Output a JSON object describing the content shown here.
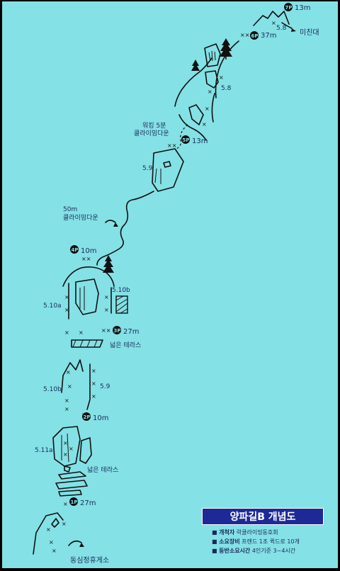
{
  "legend": {
    "title": "양파길B 개념도",
    "items": [
      {
        "key": "개척자",
        "value": "락클라이밍동호회"
      },
      {
        "key": "소요장비",
        "value": "프렌드 1조 퀵드로 10개"
      },
      {
        "key": "등반소요시간",
        "value": "4인기준 3~4시간"
      }
    ]
  },
  "pitches": [
    {
      "number": "1P",
      "length": "27m"
    },
    {
      "number": "2P",
      "length": "10m"
    },
    {
      "number": "3P",
      "length": "27m"
    },
    {
      "number": "4P",
      "length": "10m"
    },
    {
      "number": "5P",
      "length": "13m"
    },
    {
      "number": "6P",
      "length": "37m"
    },
    {
      "number": "7P",
      "length": "13m"
    }
  ],
  "grades": {
    "p1": "5.11a",
    "p2_left": "5.10b",
    "p2_right": "5.9",
    "p4_left": "5.10a",
    "p4_right": "5.10b",
    "p5": "5.9",
    "p6": "5.8",
    "p7": "5.8"
  },
  "places": {
    "start": "동심정휴게소",
    "terrace_lower": "넓은 테라스",
    "terrace_upper": "넓은 테라스",
    "rappel_lower_dist": "50m",
    "rappel_lower_label": "클라이밍다운",
    "walk_label": "워킹 5분",
    "walk_label_2": "클라이밍다운",
    "top": "미친대"
  },
  "colors": {
    "background": "#84e1e6",
    "legend_bg": "#1d2a96",
    "ink": "#111111",
    "label": "#1a2a5a"
  }
}
